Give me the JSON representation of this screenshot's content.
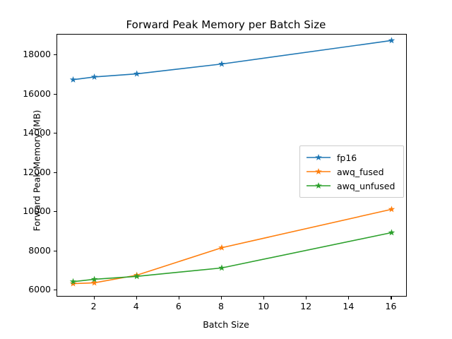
{
  "chart_data": {
    "type": "line",
    "title": "Forward Peak Memory per Batch Size",
    "xlabel": "Batch Size",
    "ylabel": "Forward Peak Memory (MB)",
    "x": [
      1,
      2,
      4,
      8,
      16
    ],
    "xlim": [
      0.25,
      16.75
    ],
    "ylim": [
      5650,
      19050
    ],
    "xticks": [
      2,
      4,
      6,
      8,
      10,
      12,
      14,
      16
    ],
    "xtick_labels": [
      "2",
      "4",
      "6",
      "8",
      "10",
      "12",
      "14",
      "16"
    ],
    "yticks": [
      6000,
      8000,
      10000,
      12000,
      14000,
      16000,
      18000
    ],
    "ytick_labels": [
      "6000",
      "8000",
      "10000",
      "12000",
      "14000",
      "16000",
      "18000"
    ],
    "grid": false,
    "legend_position": "center right",
    "marker": "star",
    "series": [
      {
        "name": "fp16",
        "color": "#1f77b4",
        "values": [
          16750,
          16890,
          17050,
          17550,
          18750
        ]
      },
      {
        "name": "awq_fused",
        "color": "#ff7f0e",
        "values": [
          6350,
          6390,
          6780,
          8180,
          10140
        ]
      },
      {
        "name": "awq_unfused",
        "color": "#2ca02c",
        "values": [
          6450,
          6570,
          6720,
          7150,
          8950
        ]
      }
    ]
  }
}
